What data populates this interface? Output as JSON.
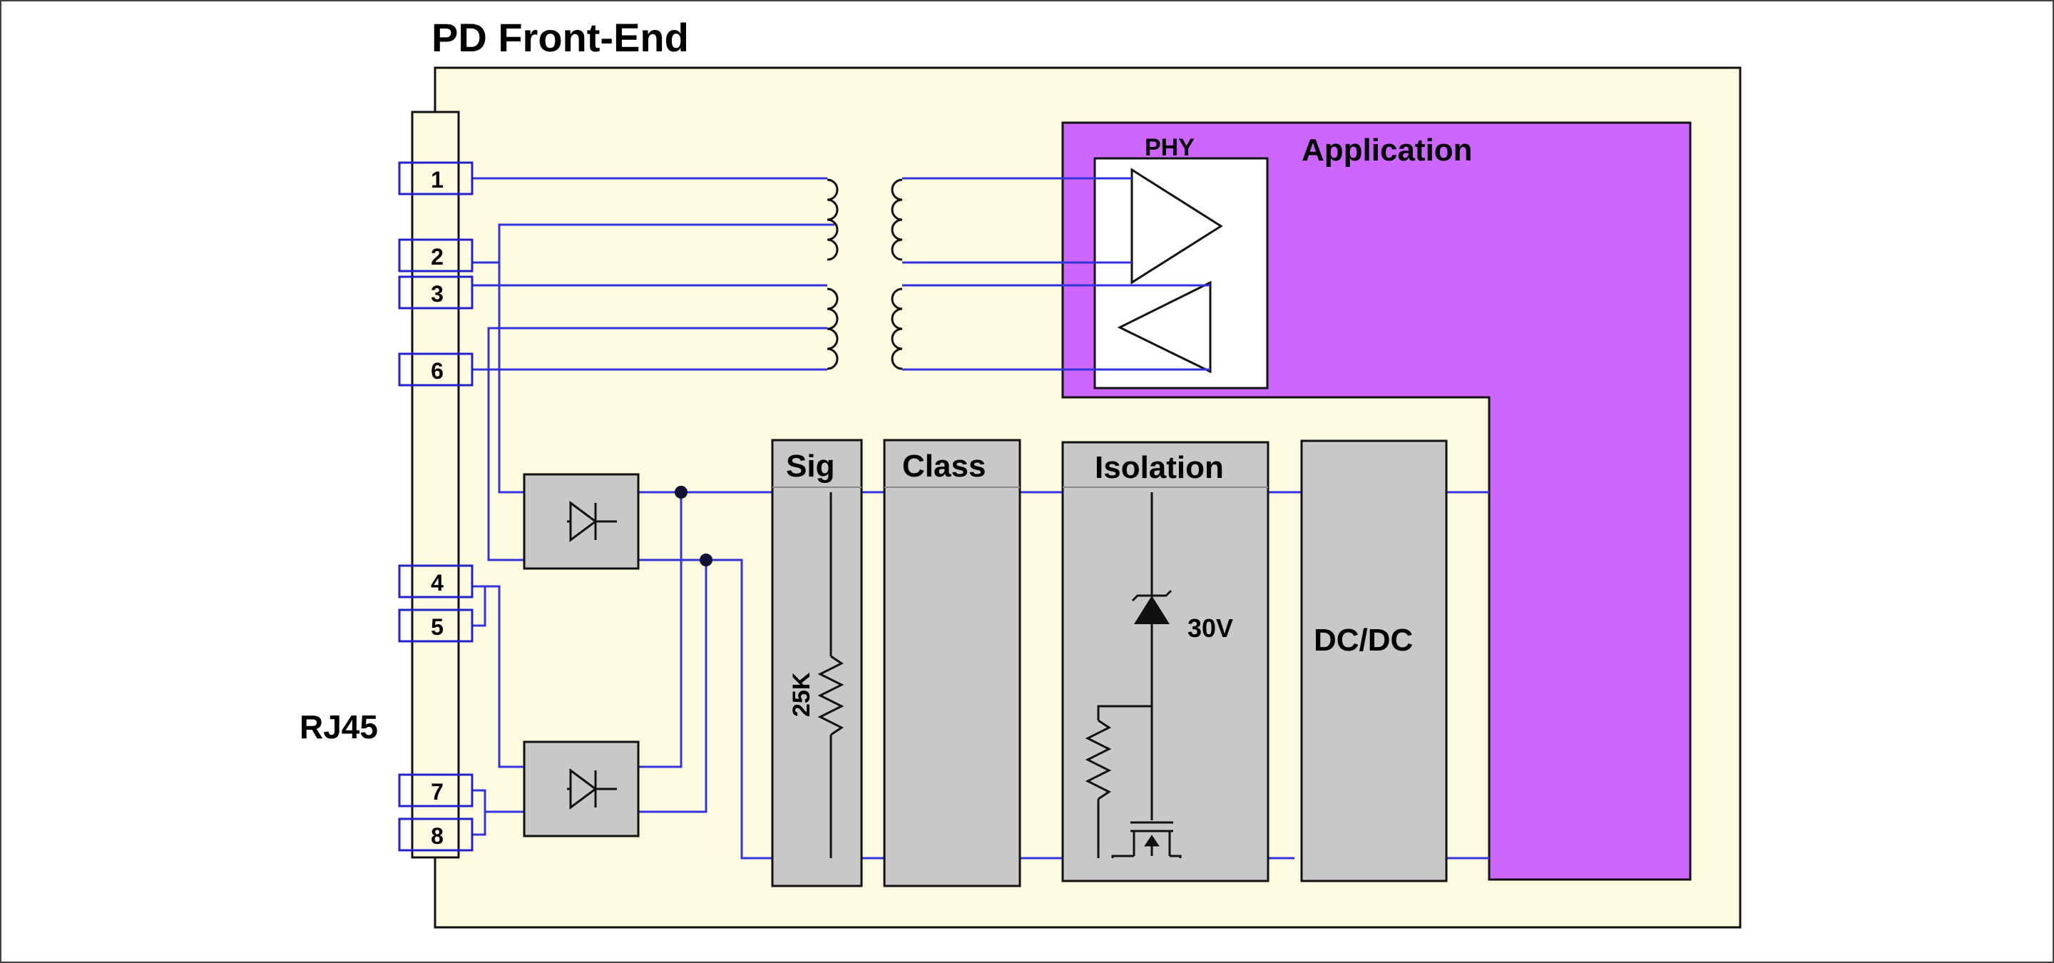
{
  "title": "PD Front-End",
  "connector_label": "RJ45",
  "pins": [
    "1",
    "2",
    "3",
    "6",
    "4",
    "5",
    "7",
    "8"
  ],
  "blocks": {
    "phy": "PHY",
    "application": "Application",
    "sig": "Sig",
    "class": "Class",
    "isolation": "Isolation",
    "dcdc": "DC/DC"
  },
  "components": {
    "resistor_value": "25K",
    "zener_value": "30V"
  },
  "colors": {
    "background_panel": "#fdfce0",
    "application_fill": "#cc66ff",
    "block_fill": "#c8c8c8",
    "wire": "#3333dd",
    "pin_outline": "#2222cc"
  }
}
